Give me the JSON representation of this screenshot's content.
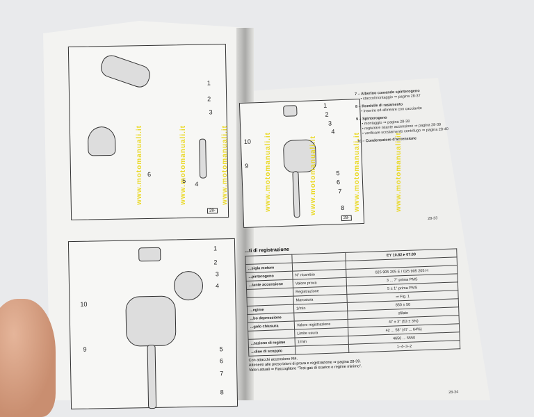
{
  "left_page": {
    "top_figure": {
      "callouts": [
        "1",
        "2",
        "3",
        "4",
        "5",
        "6"
      ],
      "figure_code": "28-"
    },
    "bottom_figure": {
      "callouts": [
        "1",
        "2",
        "3",
        "4",
        "5",
        "6",
        "7",
        "8",
        "9",
        "10"
      ]
    }
  },
  "right_page": {
    "figure": {
      "callouts": [
        "1",
        "2",
        "3",
        "4",
        "5",
        "6",
        "7",
        "8",
        "9",
        "10"
      ],
      "figure_code": "28-"
    },
    "legend": [
      {
        "title": "7 – Alberino comando spinterogeno",
        "notes": [
          "• stacco/montaggio ⇒ pagina 28-37"
        ]
      },
      {
        "title": "8 – Rondelle di rasamento",
        "notes": [
          "• inserire ed allineare con cacciavite"
        ]
      },
      {
        "title": "9 – Spinterogeno",
        "notes": [
          "• montaggio ⇒ pagina 28-38",
          "• registrare istante accensione ⇒ pagina 28-39",
          "• verificare scostamento centrifugo ⇒ pagina 28-40"
        ]
      },
      {
        "title": "10 – Condensatore d'accensione",
        "notes": []
      }
    ],
    "page_number_top": "28-33",
    "table_title": "...ti di registrazione",
    "table": {
      "header": [
        "",
        "",
        "EY 10.82 ▸ 07.89"
      ],
      "rows": [
        [
          "...sigla motore",
          "",
          ""
        ],
        [
          "...pinterogeno",
          "N° ricambio",
          "025 905 205 E / 025 905 205 H"
        ],
        [
          "...tante accensione",
          "Valore prova",
          "3 ... 7° prima PMS"
        ],
        [
          "",
          "Registrazione",
          "5 ± 1° prima PMS"
        ],
        [
          "",
          "Marcatura",
          "⇒ Fig. 1"
        ],
        [
          "...egime",
          "1/min",
          "850 ± 50"
        ],
        [
          "...bo depressione",
          "",
          "sfilato"
        ],
        [
          "...golo chiusura",
          "Valore registrazione",
          "47 ± 3° (53 ± 3%)"
        ],
        [
          "",
          "Limite usura",
          "42 ... 58° (47 ... 64%)"
        ],
        [
          "...tazione di regime",
          "1/min",
          "4650 ... 5550"
        ],
        [
          "...dine di scoppio",
          "",
          "1–4–3–2"
        ]
      ]
    },
    "footnotes": [
      "Con attacchi accensione M4.",
      "Attenersi alle prescrizioni di prova e registrazione ⇒ pagina 28-39.",
      "Valori attuali ⇒ Raccoglitore \"Test gas di scarico e regime minimo\"."
    ],
    "page_number_bottom": "28-34"
  },
  "watermark": "www.motomanuali.it",
  "colors": {
    "watermark": "#e8d400",
    "paper": "#f3f3f1"
  }
}
